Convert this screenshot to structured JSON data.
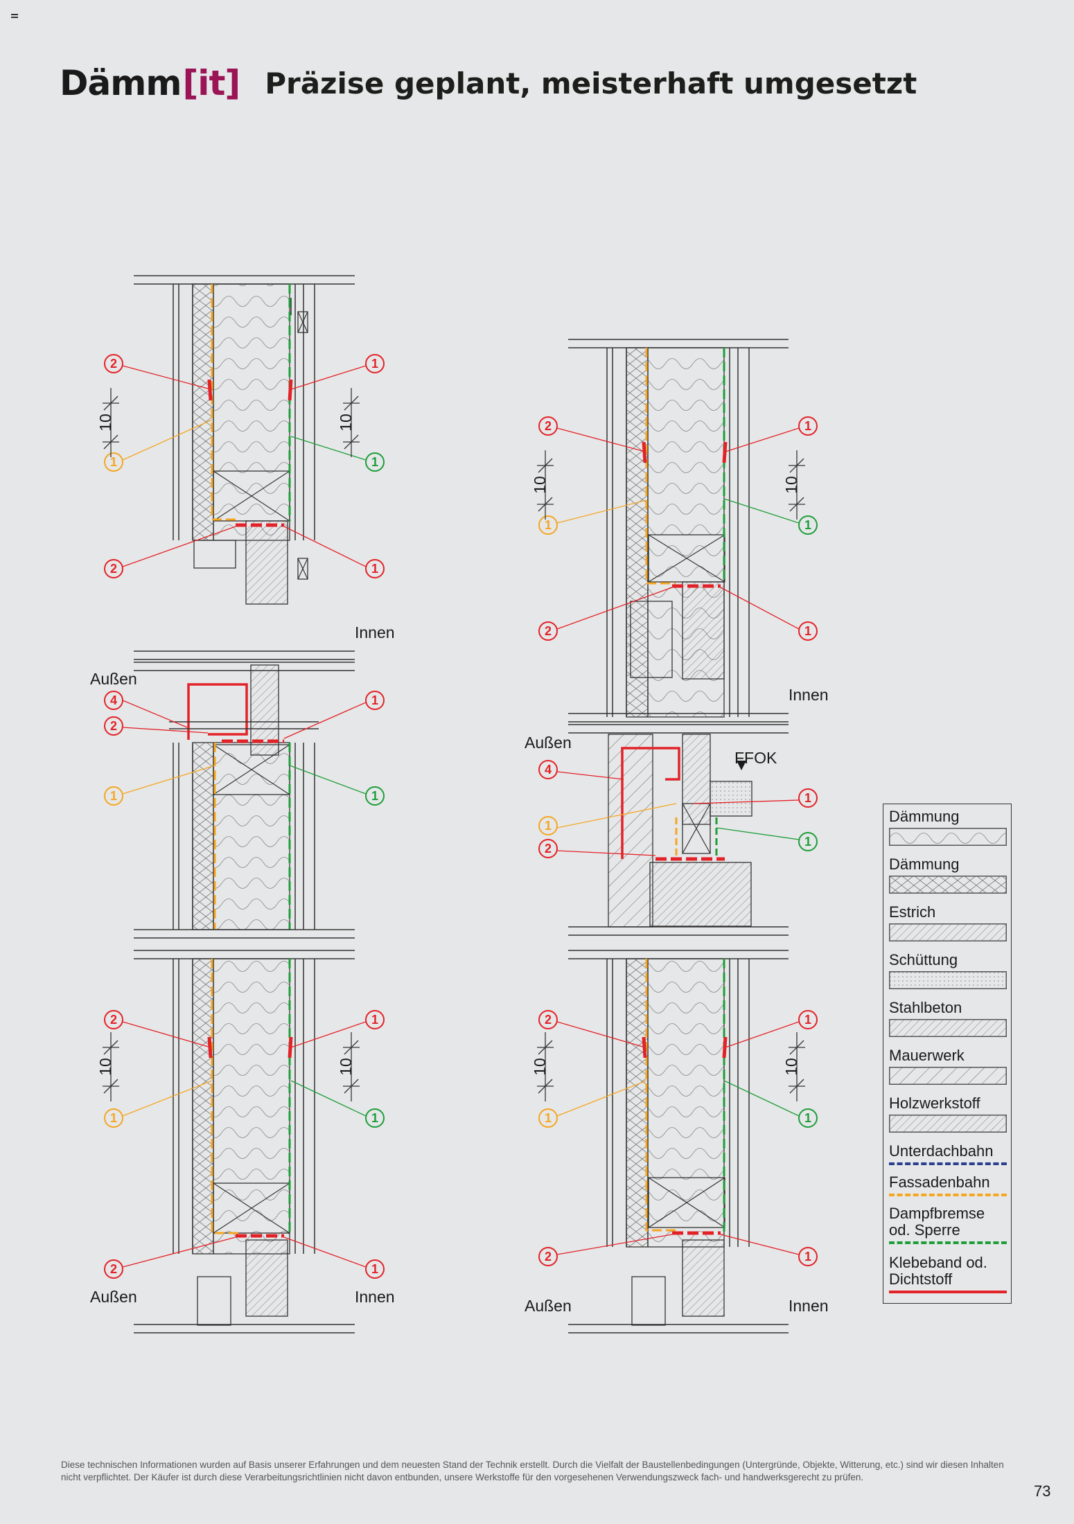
{
  "header": {
    "logo_main": "Dämm",
    "logo_bracket": "[it]",
    "title": "Präzise geplant, meisterhaft umgesetzt"
  },
  "drawings": {
    "labels": {
      "innen": "Innen",
      "aussen": "Außen",
      "ffok": "FFOK",
      "dim": "10"
    },
    "markers": [
      "1",
      "2",
      "4"
    ]
  },
  "legend": {
    "items": [
      {
        "label": "Dämmung",
        "kind": "soft"
      },
      {
        "label": "Dämmung",
        "kind": "zigzag"
      },
      {
        "label": "Estrich",
        "kind": "estrich"
      },
      {
        "label": "Schüttung",
        "kind": "dots"
      },
      {
        "label": "Stahlbeton",
        "kind": "beton"
      },
      {
        "label": "Mauerwerk",
        "kind": "mauer"
      },
      {
        "label": "Holzwerkstoff",
        "kind": "holz"
      },
      {
        "label": "Unterdachbahn",
        "kind": "line",
        "color": "#2b3f8f",
        "dash": "#ffffff"
      },
      {
        "label": "Fassadenbahn",
        "kind": "line",
        "color": "#f5a623",
        "dash": "#ffffff"
      },
      {
        "label": "Dampfbremse od. Sperre",
        "kind": "line",
        "color": "#1e9e3a",
        "dash": "#ffffff"
      },
      {
        "label": "Klebeband od. Dichtstoff",
        "kind": "line",
        "color": "#e32228",
        "dash": null
      }
    ]
  },
  "footnote": "Diese technischen Informationen wurden auf Basis unserer Erfahrungen und dem neuesten Stand der Technik erstellt. Durch die Vielfalt der Baustellenbedingungen (Untergründe, Objekte, Witterung, etc.) sind wir diesen Inhalten nicht verpflichtet. Der Käufer ist durch diese Verarbeitungsrichtlinien nicht davon entbunden, unsere Werkstoffe für den vorgesehenen Verwendungszweck fach- und handwerksgerecht zu prüfen.",
  "page_number": "73",
  "colors": {
    "red": "#e32228",
    "orange": "#f5a623",
    "green": "#1e9e3a",
    "blue": "#2b3f8f",
    "line": "#333333"
  }
}
